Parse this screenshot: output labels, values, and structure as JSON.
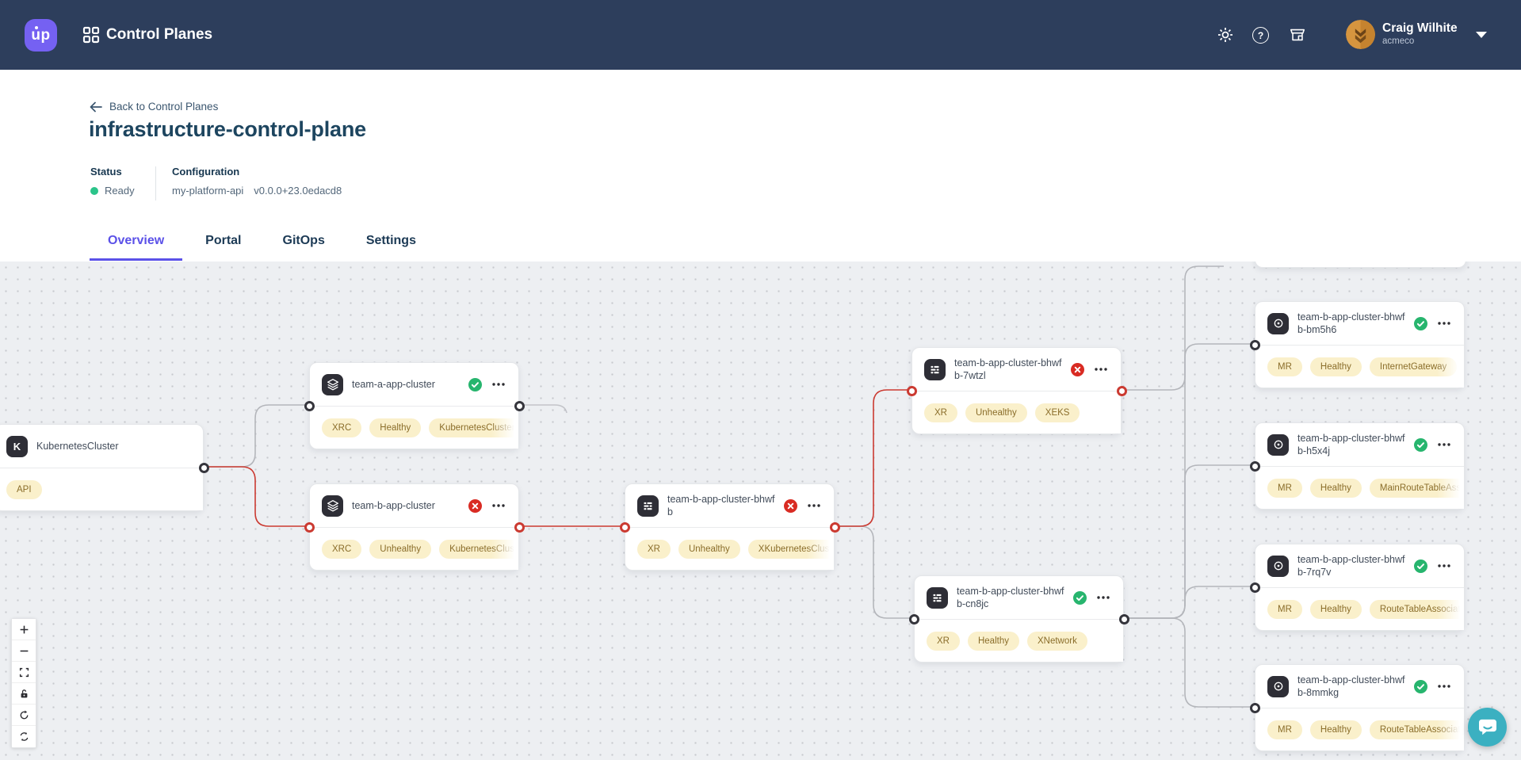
{
  "navbar": {
    "logo": "up",
    "title": "Control Planes",
    "user_name": "Craig Wilhite",
    "user_org": "acmeco"
  },
  "header": {
    "back": "Back to Control Planes",
    "title": "infrastructure-control-plane",
    "status_label": "Status",
    "status": "Ready",
    "config_label": "Configuration",
    "config_package": "my-platform-api",
    "config_version": "v0.0.0+23.0edacd8"
  },
  "tabs": [
    {
      "label": "Overview"
    },
    {
      "label": "Portal"
    },
    {
      "label": "GitOps"
    },
    {
      "label": "Settings"
    }
  ],
  "active_tab": "Overview",
  "canvas": {
    "nodes": [
      {
        "name": "KubernetesCluster",
        "type": "kubernetes",
        "status": null,
        "badges": [
          "API"
        ]
      },
      {
        "name": "team-a-app-cluster",
        "type": "claim",
        "status": "healthy",
        "badges": [
          "XRC",
          "Healthy",
          "KubernetesCluster"
        ]
      },
      {
        "name": "team-b-app-cluster",
        "type": "claim",
        "status": "unhealthy",
        "badges": [
          "XRC",
          "Unhealthy",
          "KubernetesCluster"
        ]
      },
      {
        "name": "team-b-app-cluster-bhwfb",
        "type": "composite",
        "status": "unhealthy",
        "badges": [
          "XR",
          "Unhealthy",
          "XKubernetesCluster"
        ]
      },
      {
        "name": "team-b-app-cluster-bhwfb-7wtzl",
        "type": "composite",
        "status": "unhealthy",
        "badges": [
          "XR",
          "Unhealthy",
          "XEKS"
        ]
      },
      {
        "name": "team-b-app-cluster-bhwfb-cn8jc",
        "type": "composite",
        "status": "healthy",
        "badges": [
          "XR",
          "Healthy",
          "XNetwork"
        ]
      },
      {
        "name": "team-b-app-cluster-bhwfb-bm5h6",
        "type": "managed",
        "status": "healthy",
        "badges": [
          "MR",
          "Healthy",
          "InternetGateway"
        ]
      },
      {
        "name": "team-b-app-cluster-bhwfb-h5x4j",
        "type": "managed",
        "status": "healthy",
        "badges": [
          "MR",
          "Healthy",
          "MainRouteTableAssociation"
        ]
      },
      {
        "name": "team-b-app-cluster-bhwfb-7rq7v",
        "type": "managed",
        "status": "healthy",
        "badges": [
          "MR",
          "Healthy",
          "RouteTableAssociation"
        ]
      },
      {
        "name": "team-b-app-cluster-bhwfb-8mmkg",
        "type": "managed",
        "status": "healthy",
        "badges": [
          "MR",
          "Healthy",
          "RouteTableAssociation"
        ]
      }
    ],
    "icons": {
      "controls": [
        "zoom-in",
        "zoom-out",
        "fit-view",
        "lock",
        "rotate",
        "relayout"
      ]
    }
  },
  "colors": {
    "navbar_bg": "#2d3e5c",
    "logo_purple": "#7561f2",
    "accent_purple": "#5b51e8",
    "title_navy": "#1d455f",
    "ready_green": "#2bc48a",
    "healthy_green": "#27b56e",
    "unhealthy_red": "#d92b23",
    "edge_red": "#cb3a31",
    "edge_gray": "#b4b6bb",
    "badge_bg": "#faf0cb",
    "badge_text": "#8a6d2a",
    "canvas_bg": "#edeff2",
    "intercom_teal": "#3bb0c1"
  }
}
